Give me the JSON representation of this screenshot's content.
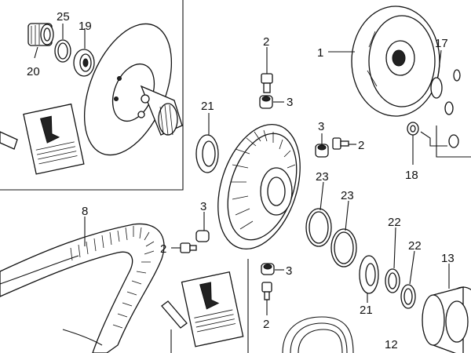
{
  "callouts": {
    "c20": "20",
    "c25": "25",
    "c19": "19",
    "c2a": "2",
    "c3a": "3",
    "c1": "1",
    "c17": "17",
    "c21a": "21",
    "c3b": "3",
    "c2b": "2",
    "c18": "18",
    "c23a": "23",
    "c23b": "23",
    "c8": "8",
    "c3c": "3",
    "c2c": "2",
    "c22a": "22",
    "c22b": "22",
    "c13": "13",
    "c3d": "3",
    "c2d": "2",
    "c21b": "21",
    "c12": "12"
  }
}
